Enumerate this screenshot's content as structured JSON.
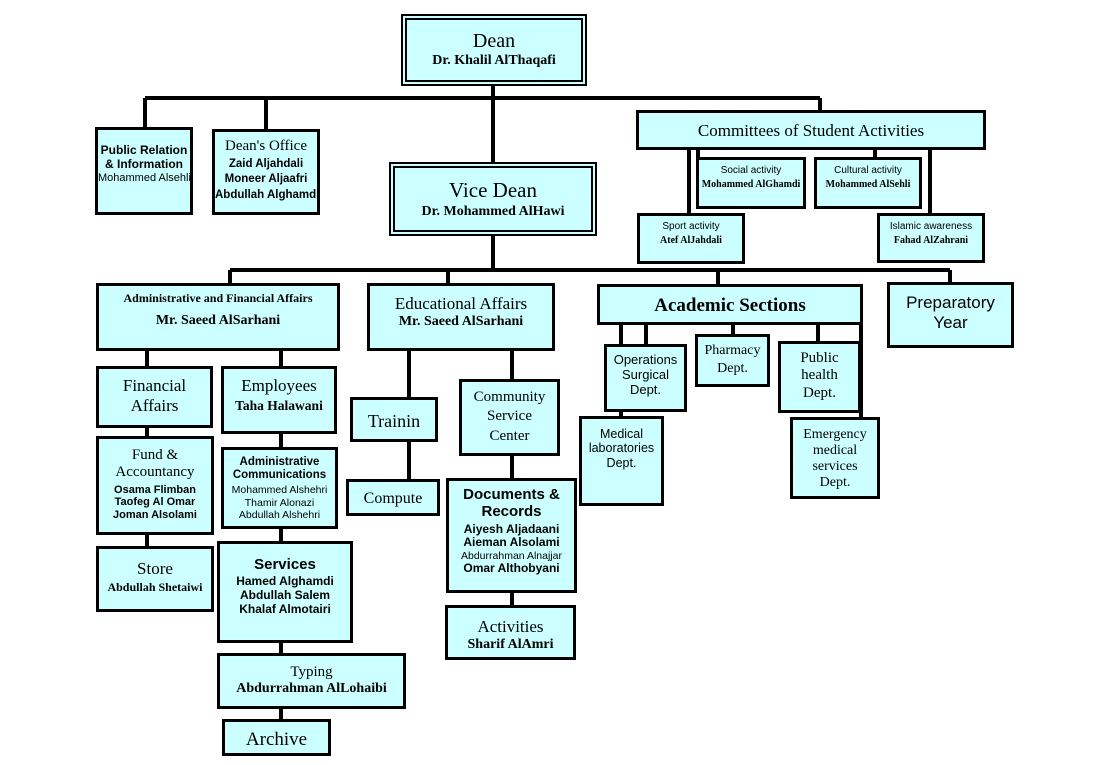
{
  "dean": {
    "title": "Dean",
    "name": "Dr. Khalil AlThaqafi"
  },
  "public_relation": {
    "title_line1": "Public Relation",
    "title_line2": "& Information",
    "name": "Mohammed Alsehli"
  },
  "deans_office": {
    "title": "Dean's Office",
    "members": [
      "Zaid Aljahdali",
      "Moneer Aljaafri",
      "Abdullah Alghamdi"
    ]
  },
  "committees": {
    "title": "Committees of Student Activities"
  },
  "social_activity": {
    "title": "Social activity",
    "name": "Mohammed AlGhamdi"
  },
  "cultural_activity": {
    "title": "Cultural activity",
    "name": "Mohammed AlSehli"
  },
  "sport_activity": {
    "title": "Sport activity",
    "name": "Atef AlJahdali"
  },
  "islamic_awareness": {
    "title": "Islamic awareness",
    "name": "Fahad AlZahrani"
  },
  "vice_dean": {
    "title": "Vice Dean",
    "name": "Dr. Mohammed AlHawi"
  },
  "admin_financial": {
    "title": "Administrative and Financial Affairs",
    "name": "Mr. Saeed  AlSarhani"
  },
  "educational_affairs": {
    "title": "Educational Affairs",
    "name": "Mr. Saeed  AlSarhani"
  },
  "academic_sections": {
    "title": "Academic Sections"
  },
  "preparatory_year": {
    "line1": "Preparatory",
    "line2": "Year"
  },
  "financial_affairs": {
    "line1": "Financial",
    "line2": "Affairs"
  },
  "employees": {
    "title": "Employees",
    "name": "Taha Halawani"
  },
  "fund_accountancy": {
    "line1": "Fund &",
    "line2": "Accountancy",
    "members": [
      "Osama Flimban",
      "Taofeg Al Omar",
      "Joman Alsolami"
    ]
  },
  "admin_communications": {
    "line1": "Administrative",
    "line2": "Communications",
    "members": [
      "Mohammed Alshehri",
      "Thamir Alonazi",
      "Abdullah Alshehri"
    ]
  },
  "store": {
    "title": "Store",
    "name": "Abdullah Shetaiwi"
  },
  "services": {
    "title": "Services",
    "members": [
      "Hamed Alghamdi",
      "Abdullah Salem",
      "Khalaf Almotairi"
    ]
  },
  "typing": {
    "title": "Typing",
    "name": "Abdurrahman AlLohaibi"
  },
  "archive": {
    "title": "Archive"
  },
  "training": {
    "title": "Trainin"
  },
  "compute": {
    "title": "Compute"
  },
  "community_service": {
    "line1": "Community",
    "line2": "Service",
    "line3": "Center"
  },
  "documents_records": {
    "line1": "Documents &",
    "line2": "Records",
    "members": [
      "Aiyesh Aljadaani",
      "Aieman Alsolami",
      "Abdurrahman Alnajjar",
      "Omar Althobyani"
    ]
  },
  "activities": {
    "title": "Activities",
    "name": "Sharif AlAmri"
  },
  "operations_surgical": {
    "line1": "Operations",
    "line2": "Surgical",
    "line3": "Dept."
  },
  "pharmacy": {
    "line1": "Pharmacy",
    "line2": "Dept."
  },
  "public_health": {
    "line1": "Public",
    "line2": "health",
    "line3": "Dept."
  },
  "medical_labs": {
    "line1": "Medical",
    "line2": "laboratories",
    "line3": "Dept."
  },
  "emergency": {
    "line1": "Emergency",
    "line2": "medical",
    "line3": "services",
    "line4": "Dept."
  }
}
